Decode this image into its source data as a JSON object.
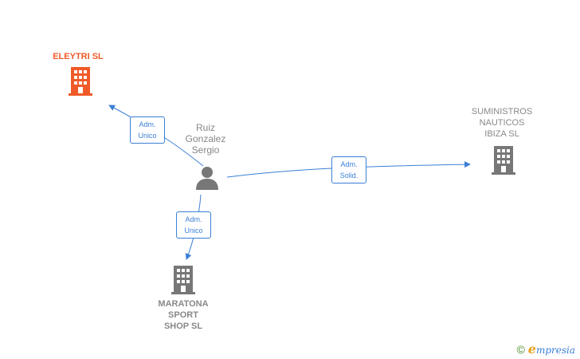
{
  "nodes": {
    "eleytri": {
      "label": "ELEYTRI  SL",
      "color": "#f05a28",
      "icon": "building-icon"
    },
    "suministros": {
      "label": "SUMINISTROS\nNAUTICOS\nIBIZA  SL",
      "color": "#777777",
      "icon": "building-icon"
    },
    "maratona": {
      "label": "MARATONA\nSPORT\nSHOP SL",
      "color": "#777777",
      "icon": "building-icon"
    },
    "person": {
      "label": "Ruiz\nGonzalez\nSergio",
      "color": "#777777",
      "icon": "person-icon"
    }
  },
  "edges": {
    "to_eleytri": "Adm.\nUnico",
    "to_suministros": "Adm.\nSolid.",
    "to_maratona": "Adm.\nUnico"
  },
  "footer": {
    "copyright": "©",
    "brand_e": "e",
    "brand_rest": "mpresia"
  },
  "colors": {
    "edge": "#3b7fd6",
    "highlight": "#f05a28",
    "node": "#777777"
  }
}
